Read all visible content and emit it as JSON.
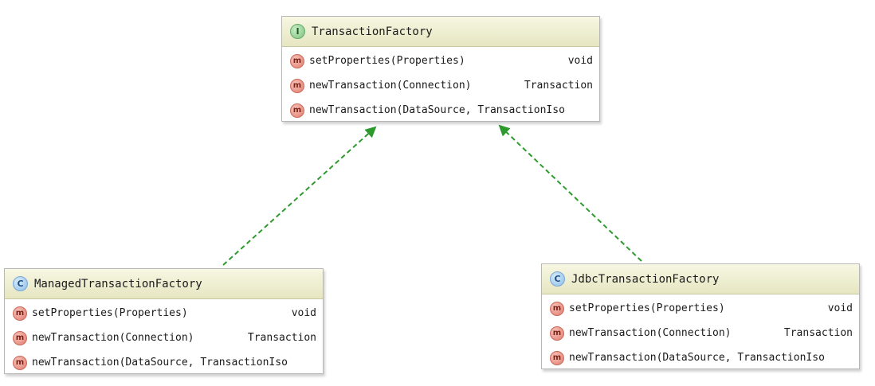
{
  "colors": {
    "arrow": "#2e9a2e",
    "header_top": "#f7f7e3",
    "header_bottom": "#e6e6c2",
    "method_icon": "#e07a6b",
    "interface_icon": "#7cc37c",
    "class_icon": "#8cbde8"
  },
  "transaction_factory": {
    "kind": "I",
    "icon": "interface-icon",
    "name": "TransactionFactory",
    "methods": [
      {
        "icon": "m",
        "signature": "setProperties(Properties)",
        "returns": "void"
      },
      {
        "icon": "m",
        "signature": "newTransaction(Connection)",
        "returns": "Transaction"
      },
      {
        "icon": "m",
        "signature": "newTransaction(DataSource, TransactionIso",
        "returns": ""
      }
    ]
  },
  "managed_transaction_factory": {
    "kind": "C",
    "icon": "class-icon",
    "name": "ManagedTransactionFactory",
    "methods": [
      {
        "icon": "m",
        "signature": "setProperties(Properties)",
        "returns": "void"
      },
      {
        "icon": "m",
        "signature": "newTransaction(Connection)",
        "returns": "Transaction"
      },
      {
        "icon": "m",
        "signature": "newTransaction(DataSource, TransactionIso",
        "returns": ""
      }
    ]
  },
  "jdbc_transaction_factory": {
    "kind": "C",
    "icon": "class-icon",
    "name": "JdbcTransactionFactory",
    "methods": [
      {
        "icon": "m",
        "signature": "setProperties(Properties)",
        "returns": "void"
      },
      {
        "icon": "m",
        "signature": "newTransaction(Connection)",
        "returns": "Transaction"
      },
      {
        "icon": "m",
        "signature": "newTransaction(DataSource, TransactionIso",
        "returns": ""
      }
    ]
  },
  "relations": [
    {
      "type": "implements",
      "from": "ManagedTransactionFactory",
      "to": "TransactionFactory"
    },
    {
      "type": "implements",
      "from": "JdbcTransactionFactory",
      "to": "TransactionFactory"
    }
  ]
}
